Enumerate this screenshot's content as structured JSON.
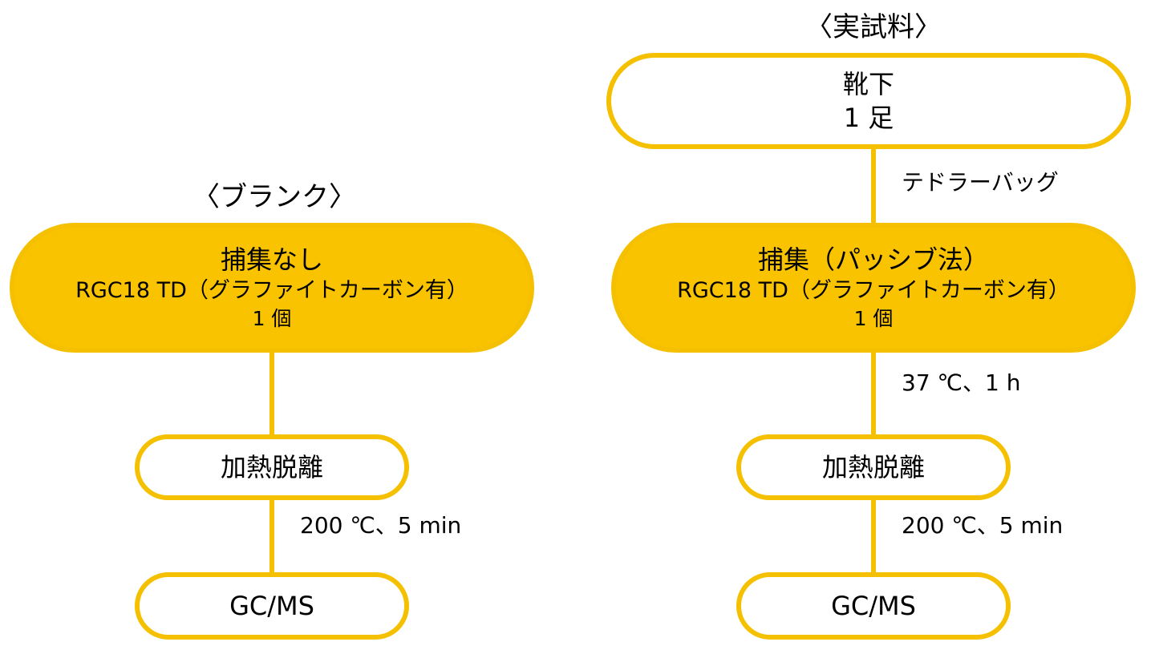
{
  "colors": {
    "accent": "#F5C000",
    "fill": "#F9C300"
  },
  "blank": {
    "title": "〈ブランク〉",
    "capture": {
      "title": "捕集なし",
      "subtitle": "RGC18 TD（グラファイトカーボン有）",
      "count": "1 個"
    },
    "desorb": {
      "label": "加熱脱離"
    },
    "desorb_condition": "200 ℃、5 min",
    "gcms": {
      "label": "GC/MS"
    }
  },
  "sample": {
    "title": "〈実試料〉",
    "source": {
      "title": "靴下",
      "count": "1 足"
    },
    "bag_label": "テドラーバッグ",
    "capture": {
      "title": "捕集（パッシブ法）",
      "subtitle": "RGC18 TD（グラファイトカーボン有）",
      "count": "1 個"
    },
    "capture_condition": "37 ℃、1 h",
    "desorb": {
      "label": "加熱脱離"
    },
    "desorb_condition": "200 ℃、5 min",
    "gcms": {
      "label": "GC/MS"
    }
  }
}
